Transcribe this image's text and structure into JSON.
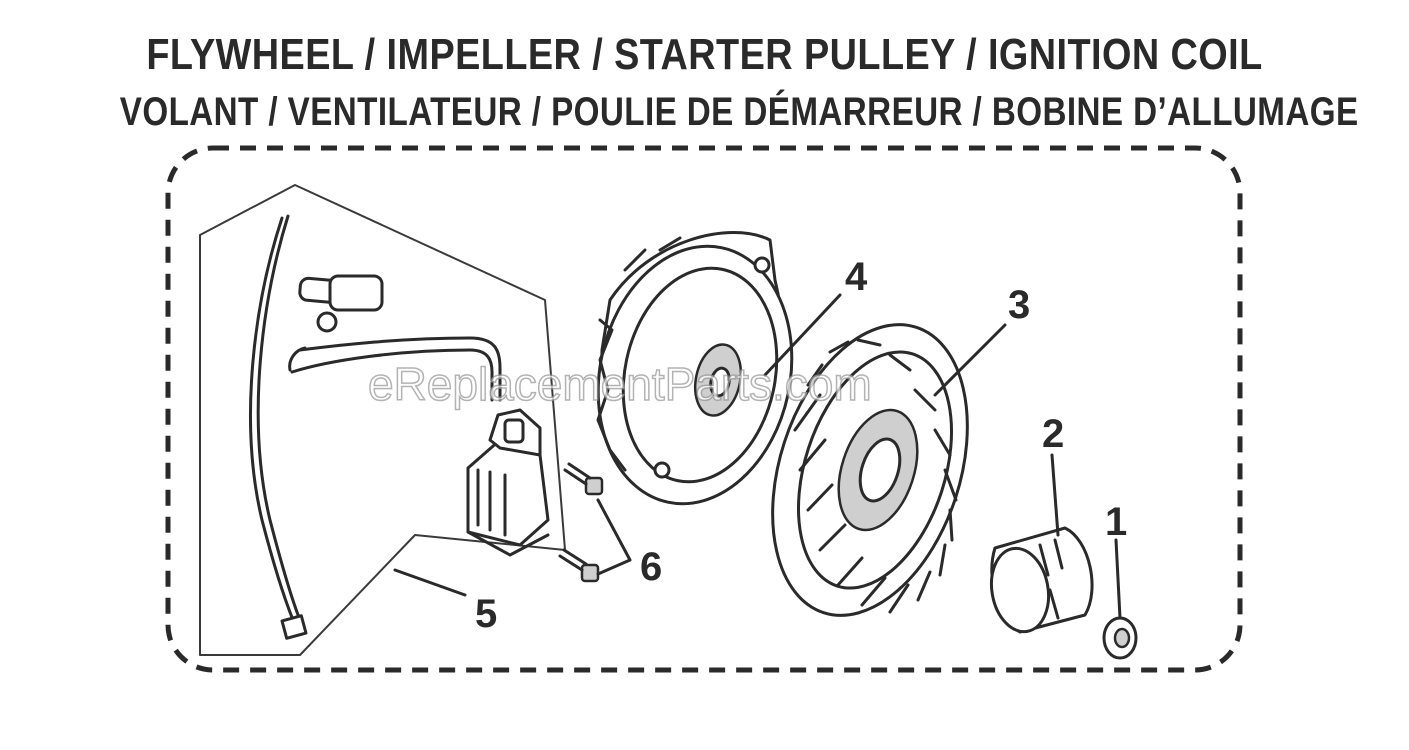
{
  "title_en": "FLYWHEEL / IMPELLER / STARTER PULLEY  / IGNITION COIL",
  "title_fr": "VOLANT / VENTILATEUR / POULIE DE DÉMARREUR / BOBINE D’ALLUMAGE",
  "watermark": "eReplacementParts.com",
  "callouts": [
    {
      "number": "1",
      "part": "nut"
    },
    {
      "number": "2",
      "part": "starter-pulley"
    },
    {
      "number": "3",
      "part": "impeller"
    },
    {
      "number": "4",
      "part": "flywheel"
    },
    {
      "number": "5",
      "part": "ignition-coil"
    },
    {
      "number": "6",
      "part": "coil-bolts"
    }
  ],
  "colors": {
    "ink": "#2a2a2a",
    "background": "#ffffff",
    "watermark_stroke": "#9a9a9a"
  }
}
